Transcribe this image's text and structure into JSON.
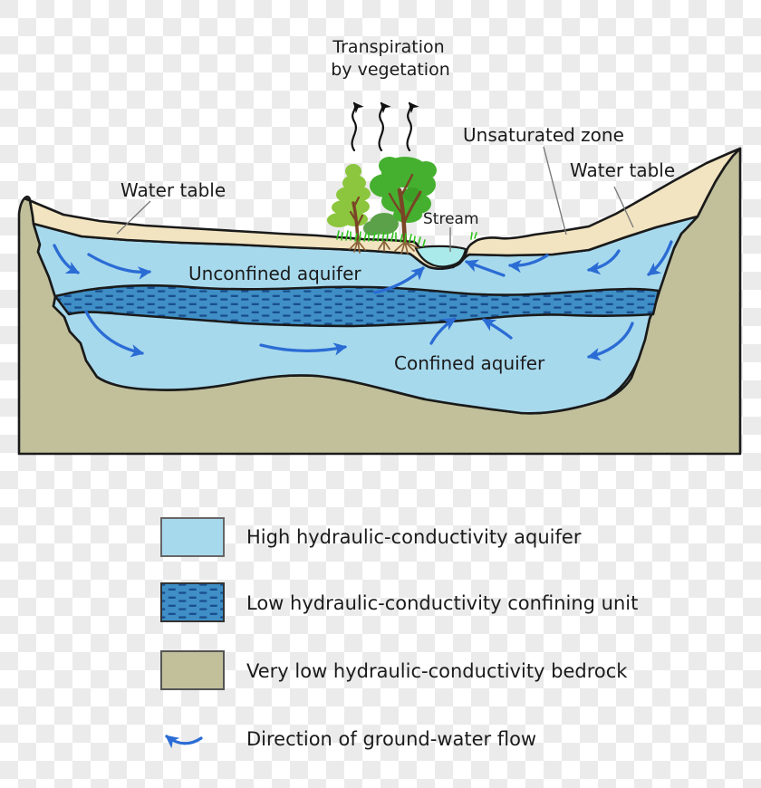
{
  "colors": {
    "aquifer": "#a7d9ed",
    "confining_unit": "#3f8fc6",
    "confining_dash": "#1a4f8e",
    "bedrock": "#c1c09b",
    "soil": "#f2e4c0",
    "stream_water": "#aaeaea",
    "flow_arrow": "#2b6cd4",
    "outline": "#1a1a1a"
  },
  "diagram": {
    "labels": {
      "transpiration_line1": "Transpiration",
      "transpiration_line2": "by vegetation",
      "unsaturated_zone": "Unsaturated zone",
      "water_table_left": "Water table",
      "water_table_right": "Water table",
      "stream": "Stream",
      "unconfined_aquifer": "Unconfined aquifer",
      "confined_aquifer": "Confined aquifer"
    }
  },
  "legend": {
    "items": [
      {
        "id": "high-conductivity-aquifer",
        "label": "High hydraulic-conductivity aquifer"
      },
      {
        "id": "low-conductivity-confining-unit",
        "label": "Low hydraulic-conductivity confining unit"
      },
      {
        "id": "very-low-conductivity-bedrock",
        "label": "Very low hydraulic-conductivity bedrock"
      },
      {
        "id": "groundwater-flow-direction",
        "label": "Direction of ground-water flow"
      }
    ]
  }
}
